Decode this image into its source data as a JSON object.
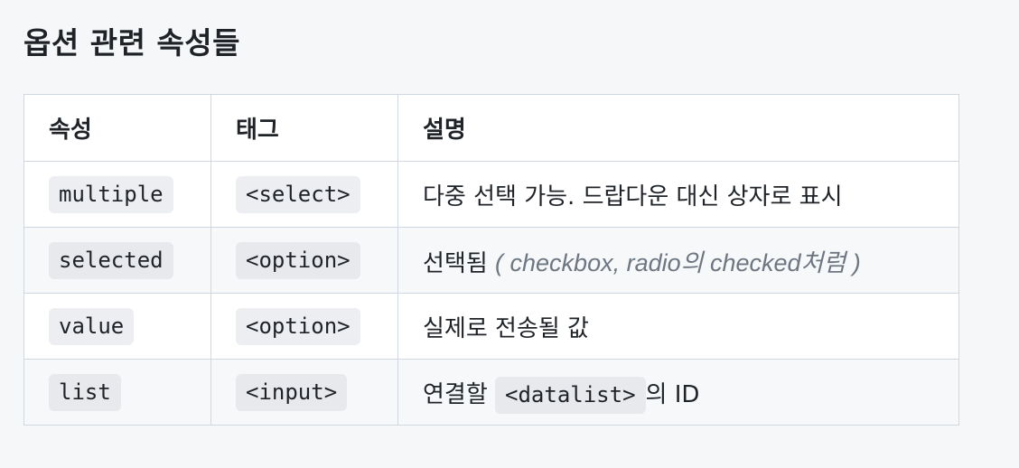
{
  "heading": "옵션 관련 속성들",
  "table": {
    "headers": [
      "속성",
      "태그",
      "설명"
    ],
    "rows": [
      {
        "attr": "multiple",
        "tag": "<select>",
        "desc": "다중 선택 가능. 드랍다운 대신 상자로 표시"
      },
      {
        "attr": "selected",
        "tag": "<option>",
        "desc": "선택됨",
        "desc_note": "( checkbox, radio의 checked처럼 )"
      },
      {
        "attr": "value",
        "tag": "<option>",
        "desc": "실제로 전송될 값"
      },
      {
        "attr": "list",
        "tag": "<input>",
        "desc_before": "연결할",
        "desc_code": "<datalist>",
        "desc_after": "의 ID"
      }
    ]
  }
}
